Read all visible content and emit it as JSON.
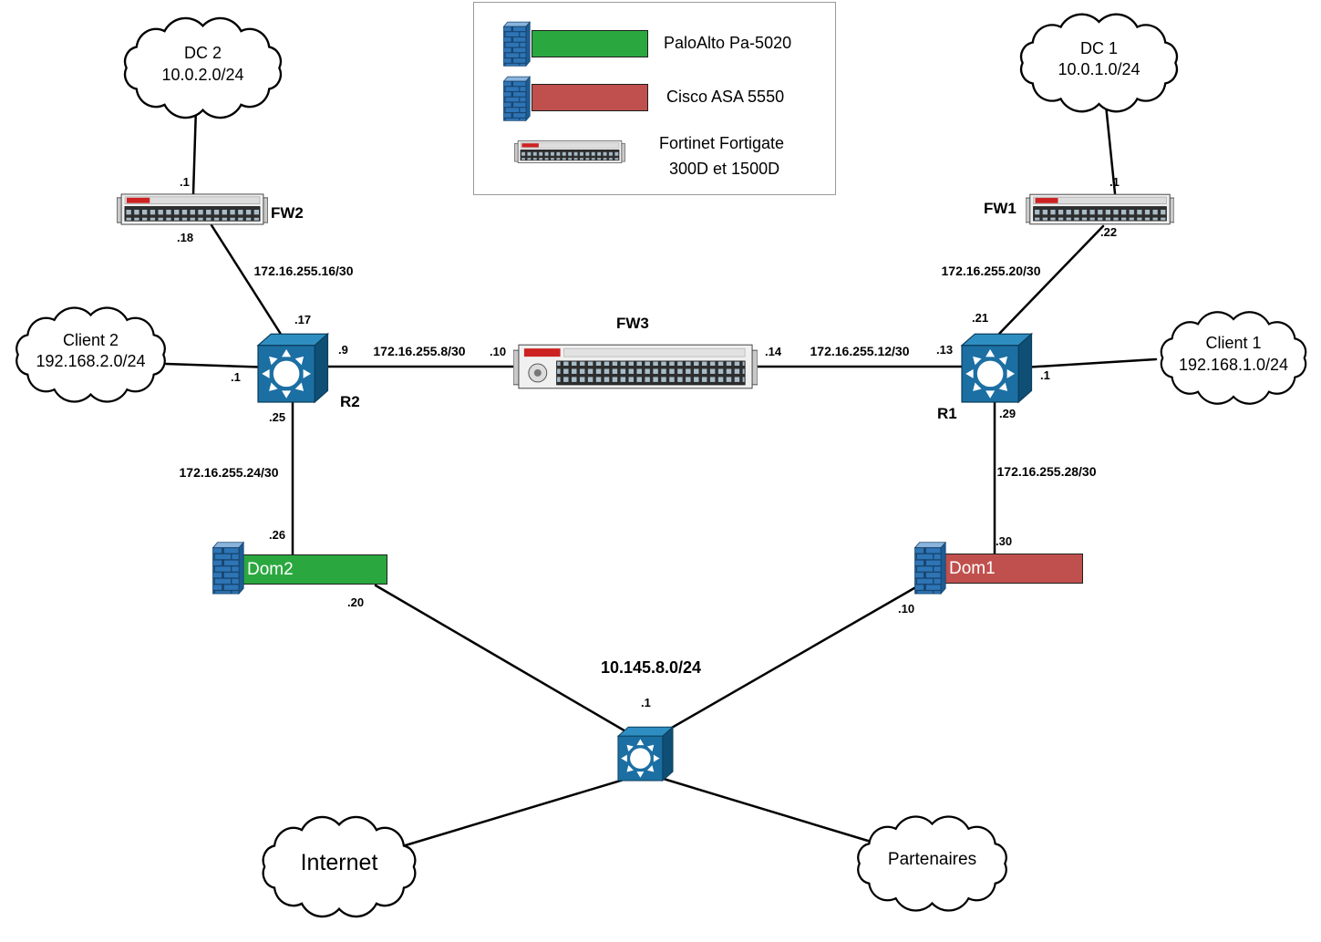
{
  "title": "Network topology diagram",
  "colors": {
    "paloalto_green": "#2aa83f",
    "cisco_red": "#c0504d",
    "router_blue": "#1b6fa3",
    "brick_blue": "#2e75b6",
    "line_black": "#000000"
  },
  "clouds": {
    "dc2": {
      "name": "DC 2",
      "subnet": "10.0.2.0/24"
    },
    "dc1": {
      "name": "DC 1",
      "subnet": "10.0.1.0/24"
    },
    "client2": {
      "name": "Client 2",
      "subnet": "192.168.2.0/24"
    },
    "client1": {
      "name": "Client 1",
      "subnet": "192.168.1.0/24"
    },
    "internet": {
      "name": "Internet"
    },
    "partenaires": {
      "name": "Partenaires"
    }
  },
  "devices": {
    "fw1": {
      "label": "FW1"
    },
    "fw2": {
      "label": "FW2"
    },
    "fw3": {
      "label": "FW3"
    },
    "r1": {
      "label": "R1"
    },
    "r2": {
      "label": "R2"
    },
    "dom1": {
      "label": "Dom1"
    },
    "dom2": {
      "label": "Dom2"
    }
  },
  "links": {
    "dc2_fw2": {
      "fw2_if": ".1"
    },
    "fw2_r2": {
      "network": "172.16.255.16/30",
      "fw2_if": ".18",
      "r2_if": ".17"
    },
    "r2_client2": {
      "r2_if": ".1"
    },
    "r2_fw3": {
      "network": "172.16.255.8/30",
      "r2_if": ".9",
      "fw3_if": ".10"
    },
    "fw3_r1": {
      "network": "172.16.255.12/30",
      "fw3_if": ".14",
      "r1_if": ".13"
    },
    "r1_client1": {
      "r1_if": ".1"
    },
    "r1_fw1": {
      "network": "172.16.255.20/30",
      "r1_if": ".21",
      "fw1_if": ".22"
    },
    "fw1_dc1": {
      "fw1_if": ".1"
    },
    "r2_dom2": {
      "network": "172.16.255.24/30",
      "r2_if": ".25",
      "dom2_if": ".26"
    },
    "r1_dom1": {
      "network": "172.16.255.28/30",
      "r1_if": ".29",
      "dom1_if": ".30"
    },
    "dom2_core": {
      "dom2_if": ".20"
    },
    "dom1_core": {
      "dom1_if": ".10"
    },
    "core_lan": {
      "network": "10.145.8.0/24",
      "core_if": ".1"
    }
  },
  "legend": {
    "items": [
      {
        "label": "PaloAlto Pa-5020",
        "color": "#2aa83f"
      },
      {
        "label": "Cisco ASA 5550",
        "color": "#c0504d"
      },
      {
        "label_line1": "Fortinet Fortigate",
        "label_line2": "300D et 1500D"
      }
    ]
  }
}
